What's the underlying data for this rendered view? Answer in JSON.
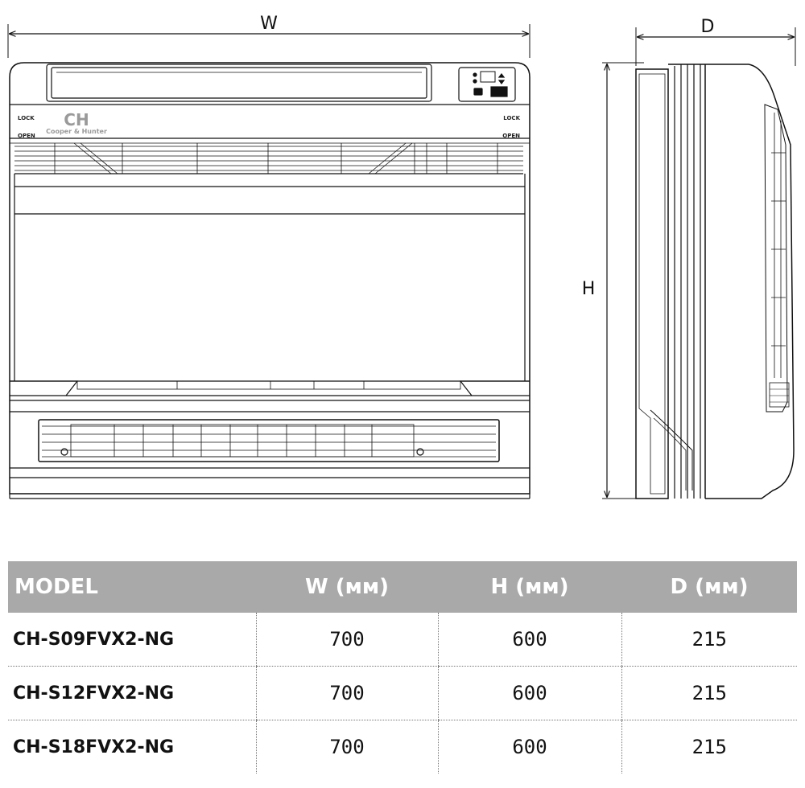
{
  "dimensions": {
    "width_label": "W",
    "depth_label": "D",
    "height_label": "H"
  },
  "unit_front": {
    "brand_logo": "CH",
    "brand_name": "Cooper & Hunter",
    "lock_left": "LOCK",
    "open_left": "OPEN",
    "lock_right": "LOCK",
    "open_right": "OPEN"
  },
  "table": {
    "headers": [
      "MODEL",
      "W (мм)",
      "H (мм)",
      "D (мм)"
    ],
    "rows": [
      [
        "CH-S09FVX2-NG",
        "700",
        "600",
        "215"
      ],
      [
        "CH-S12FVX2-NG",
        "700",
        "600",
        "215"
      ],
      [
        "CH-S18FVX2-NG",
        "700",
        "600",
        "215"
      ]
    ]
  },
  "colors": {
    "header_bg": "#a9a9a9",
    "line": "#111111",
    "brand_gray": "#9a9a9a"
  }
}
